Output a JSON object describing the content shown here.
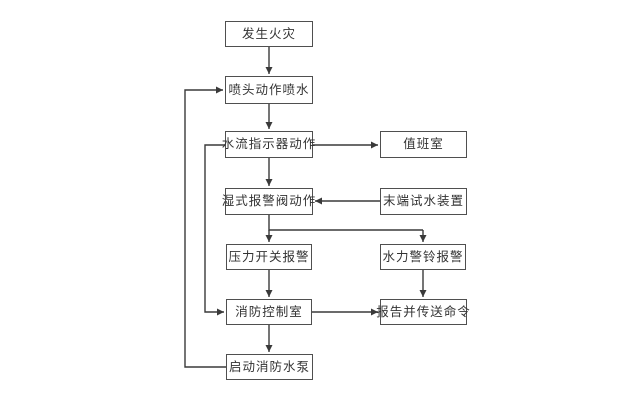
{
  "diagram": {
    "type": "flowchart",
    "language": "zh-CN",
    "background": "#ffffff",
    "line_color": "#3a3a3a",
    "box_border_color": "#4f4f4f",
    "box_fill": "#ffffff",
    "text_color": "#333333",
    "nodes": {
      "fire": {
        "label": "发生火灾"
      },
      "sprinkler": {
        "label": "喷头动作喷水"
      },
      "flow_indicator": {
        "label": "水流指示器动作"
      },
      "duty_room": {
        "label": "值班室"
      },
      "wet_valve": {
        "label": "湿式报警阀动作"
      },
      "end_test_device": {
        "label": "末端试水装置"
      },
      "pressure_switch": {
        "label": "压力开关报警"
      },
      "hydraulic_bell": {
        "label": "水力警铃报警"
      },
      "fire_control_room": {
        "label": "消防控制室"
      },
      "report_command": {
        "label": "报告并传送命令"
      },
      "start_pump": {
        "label": "启动消防水泵"
      }
    },
    "edges": [
      {
        "from": "fire",
        "to": "sprinkler"
      },
      {
        "from": "sprinkler",
        "to": "flow_indicator"
      },
      {
        "from": "flow_indicator",
        "to": "duty_room"
      },
      {
        "from": "flow_indicator",
        "to": "wet_valve"
      },
      {
        "from": "flow_indicator",
        "to": "fire_control_room"
      },
      {
        "from": "end_test_device",
        "to": "wet_valve"
      },
      {
        "from": "wet_valve",
        "to": "pressure_switch"
      },
      {
        "from": "wet_valve",
        "to": "hydraulic_bell"
      },
      {
        "from": "pressure_switch",
        "to": "fire_control_room"
      },
      {
        "from": "hydraulic_bell",
        "to": "report_command"
      },
      {
        "from": "fire_control_room",
        "to": "report_command"
      },
      {
        "from": "fire_control_room",
        "to": "start_pump"
      },
      {
        "from": "start_pump",
        "to": "sprinkler"
      }
    ]
  }
}
